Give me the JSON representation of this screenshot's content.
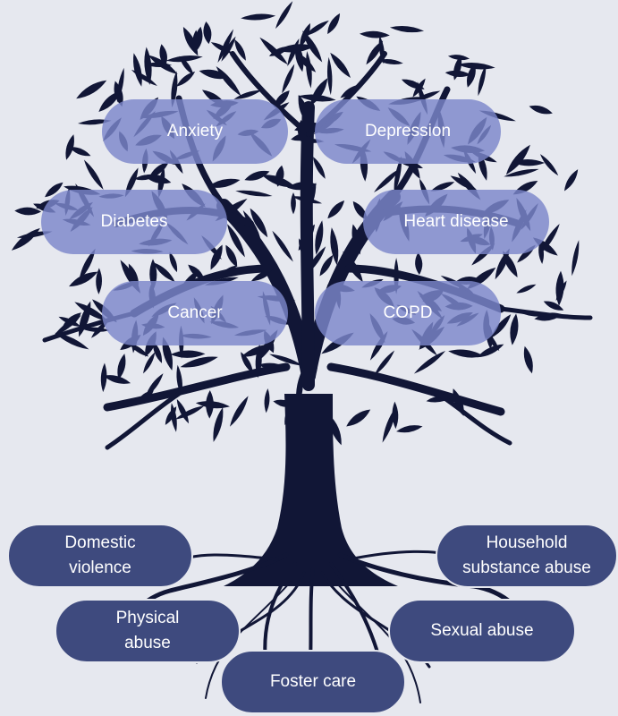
{
  "colors": {
    "background": "#e6e8ef",
    "tree": "#111636",
    "outcome_pill": "#7b86ca",
    "cause_pill": "#3e4a7e",
    "label_text": "#ffffff"
  },
  "icons": {
    "tree": "tree-illustration"
  },
  "outcomes": {
    "anxiety": "Anxiety",
    "depression": "Depression",
    "diabetes": "Diabetes",
    "heart_disease": "Heart disease",
    "cancer": "Cancer",
    "copd": "COPD"
  },
  "causes": {
    "domestic_violence_1": "Domestic",
    "domestic_violence_2": "violence",
    "household_substance_1": "Household",
    "household_substance_2": "substance abuse",
    "physical_abuse_1": "Physical",
    "physical_abuse_2": "abuse",
    "sexual_abuse": "Sexual abuse",
    "foster_care": "Foster care"
  }
}
